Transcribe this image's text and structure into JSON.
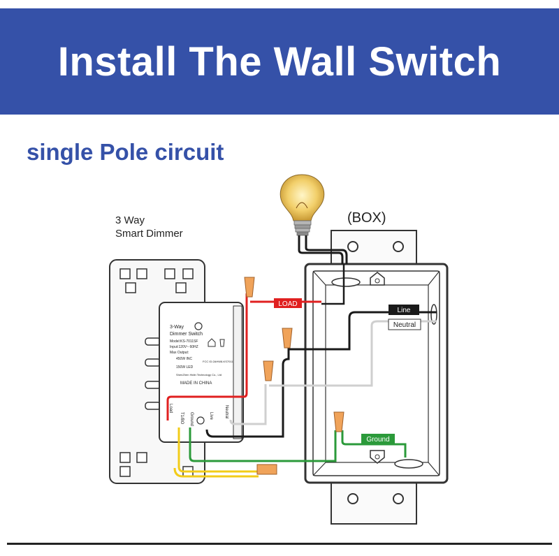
{
  "header": {
    "title": "Install The Wall Switch",
    "background": "#3551a8"
  },
  "subtitle": "single Pole circuit",
  "dimmer_caption": {
    "line1": "3 Way",
    "line2": "Smart Dimmer"
  },
  "box_label": "(BOX)",
  "wire_tags": {
    "load": "LOAD",
    "line": "Line",
    "neutral": "Neutral",
    "ground": "Ground"
  },
  "dimmer_label": {
    "name_line1": "3-Way",
    "name_line2": "Dimmer Switch",
    "model": "Model:KS-7011SF",
    "input": "Input:120V~ 60HZ",
    "max_output": "Max Output:",
    "inc": "450W INC",
    "led": "150W LED",
    "fcc": "FCC ID:2AHW8-KS7011",
    "maker": "ShenZhen Hidin Technology Co., Ltd",
    "made_in": "MADE IN CHINA"
  },
  "terminals": {
    "load": "Load",
    "traveler": "T1/BO",
    "ground": "Ground",
    "live": "Live",
    "neutral": "Neutral"
  },
  "colors": {
    "load_wire": "#e02020",
    "line_wire": "#1a1a1a",
    "neutral_wire": "#cfcfcf",
    "ground_wire": "#2b9a3a",
    "traveler_wire": "#f2cc1a",
    "wire_nut": "#f0a35a"
  }
}
